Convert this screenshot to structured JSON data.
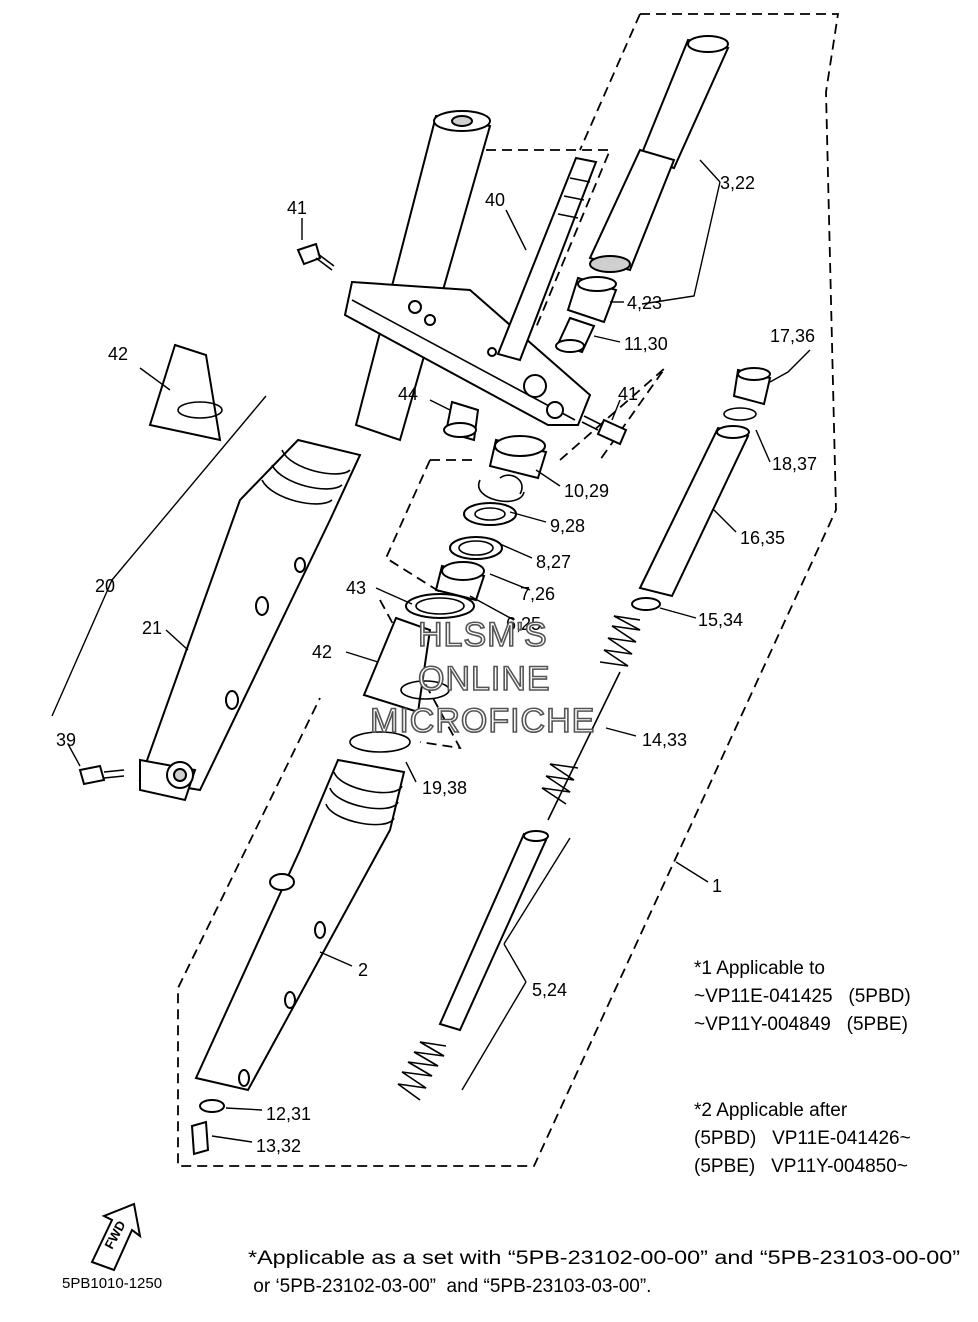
{
  "labels": {
    "l41a": "41",
    "l40": "40",
    "l3_22": "3,22",
    "l42a": "42",
    "l4_23": "4,23",
    "l11_30": "11,30",
    "l17_36": "17,36",
    "l44": "44",
    "l41b": "41",
    "l18_37": "18,37",
    "l10_29": "10,29",
    "l9_28": "9,28",
    "l16_35": "16,35",
    "l8_27": "8,27",
    "l20": "20",
    "l7_26": "7,26",
    "l43": "43",
    "l6_25": "6,25",
    "l21": "21",
    "l15_34": "15,34",
    "l42b": "42",
    "l14_33": "14,33",
    "l39": "39",
    "l19_38": "19,38",
    "l1": "1",
    "l2": "2",
    "l5_24": "5,24",
    "l12_31": "12,31",
    "l13_32": "13,32"
  },
  "notes": {
    "note1_line1": "*1 Applicable to",
    "note1_line2": "~VP11E-041425   (5PBD)",
    "note1_line3": "~VP11Y-004849   (5PBE)",
    "note2_line1": "*2 Applicable after",
    "note2_line2": "(5PBD)   VP11E-041426~",
    "note2_line3": "(5PBE)   VP11Y-004850~",
    "set_line1": "*Applicable as a set with “5PB-23102-00-00” and “5PB-23103-00-00”",
    "set_line2": " or ‘5PB-23102-03-00”  and “5PB-23103-03-00”."
  },
  "fwd_label": "FWD",
  "diagram_code": "5PB1010-1250",
  "watermark": {
    "line1": "HLSM'S",
    "line2": "ONLINE",
    "line3": "MICROFICHE"
  }
}
